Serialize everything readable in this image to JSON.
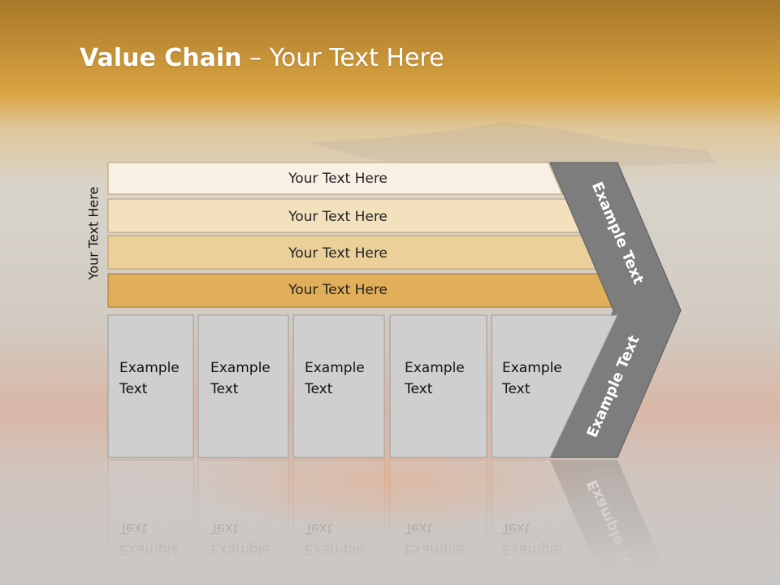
{
  "title": {
    "bold": "Value Chain",
    "rest": " – Your Text Here"
  },
  "side_label": "Your Text Here",
  "bands": [
    {
      "label": "Your Text Here",
      "color": "#f8f0e2"
    },
    {
      "label": "Your Text Here",
      "color": "#f3e1bd"
    },
    {
      "label": "Your Text Here",
      "color": "#ecd099"
    },
    {
      "label": "Your Text Here",
      "color": "#e1ae59"
    }
  ],
  "cells": [
    {
      "line1": "Example",
      "line2": "Text"
    },
    {
      "line1": "Example",
      "line2": "Text"
    },
    {
      "line1": "Example",
      "line2": "Text"
    },
    {
      "line1": "Example",
      "line2": "Text"
    },
    {
      "line1": "Example",
      "line2": "Text"
    }
  ],
  "chevron": {
    "upper": "Example Text",
    "lower": "Example Text",
    "color": "#7d7d7d"
  },
  "colors": {
    "cell": "#cfcfcf",
    "cell_border": "#9a9a9a",
    "header_top": "#a8782a",
    "header_mid": "#d9a441"
  }
}
